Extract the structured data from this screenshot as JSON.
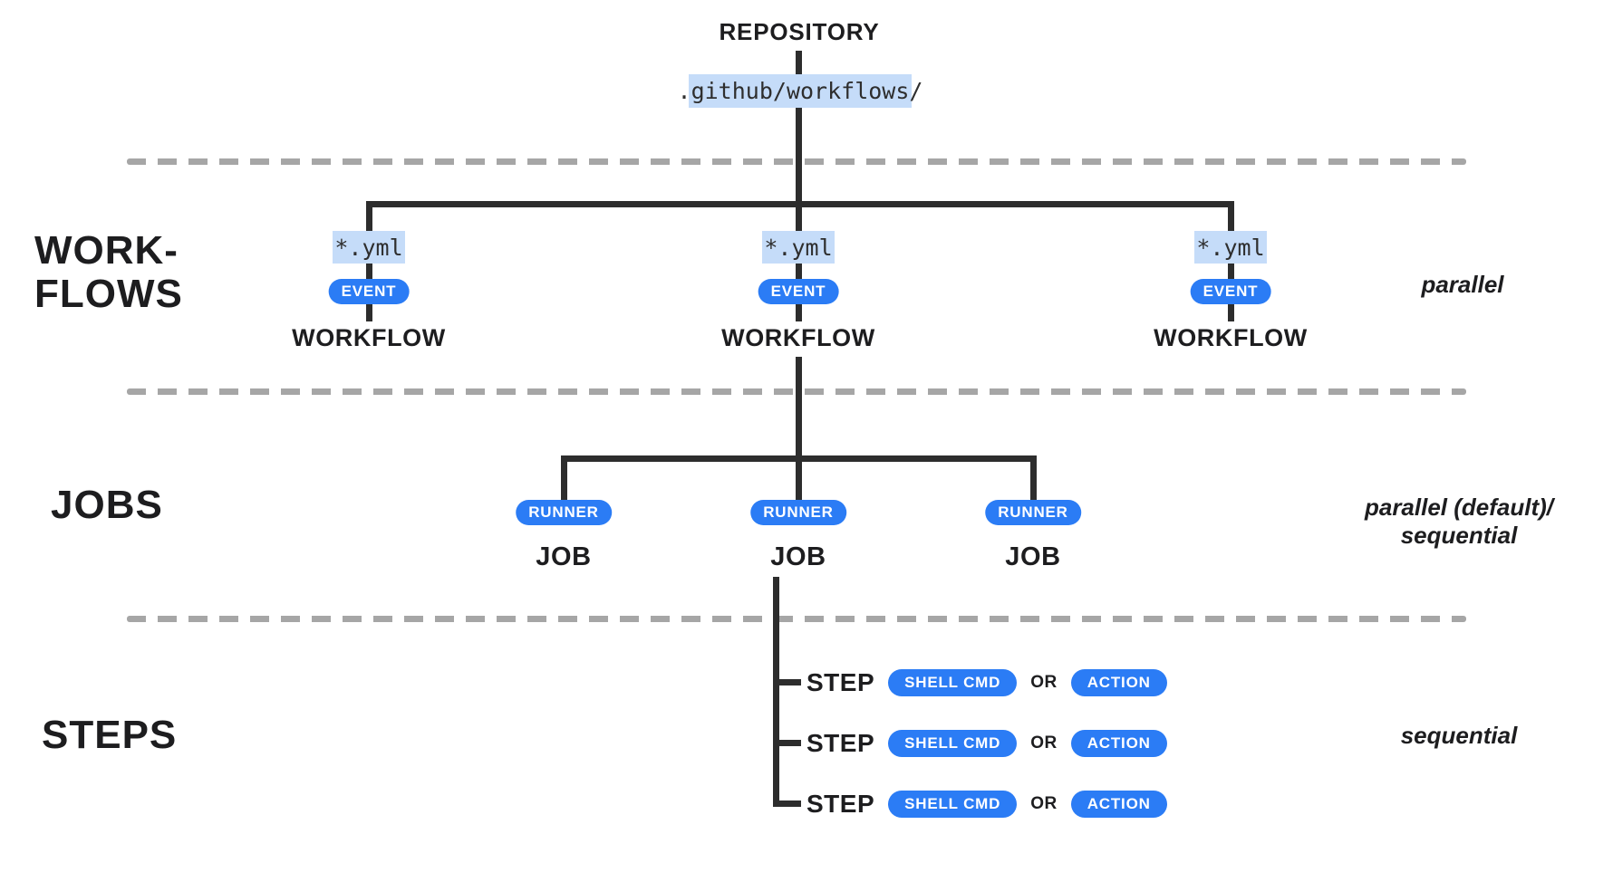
{
  "colors": {
    "pill_blue": "#2b7cf5",
    "badge_light_blue": "#c5dcf9",
    "line_dark": "#2d2d2d",
    "dashed_gray": "#a6a6a6",
    "text_dark": "#1d1d1f"
  },
  "root": {
    "title": "REPOSITORY",
    "path": ".github/workflows/"
  },
  "rows": {
    "workflows": {
      "label_line1": "WORK-",
      "label_line2": "FLOWS",
      "note": "parallel"
    },
    "jobs": {
      "label": "JOBS",
      "note_line1": "parallel (default)/",
      "note_line2": "sequential"
    },
    "steps": {
      "label": "STEPS",
      "note": "sequential"
    }
  },
  "workflow_branches": [
    {
      "file": "*.yml",
      "event_badge": "EVENT",
      "node": "WORKFLOW"
    },
    {
      "file": "*.yml",
      "event_badge": "EVENT",
      "node": "WORKFLOW"
    },
    {
      "file": "*.yml",
      "event_badge": "EVENT",
      "node": "WORKFLOW"
    }
  ],
  "job_nodes": [
    {
      "runner_badge": "RUNNER",
      "node": "JOB"
    },
    {
      "runner_badge": "RUNNER",
      "node": "JOB"
    },
    {
      "runner_badge": "RUNNER",
      "node": "JOB"
    }
  ],
  "step_items": [
    {
      "label": "STEP",
      "shell_badge": "SHELL CMD",
      "conjunction": "OR",
      "action_badge": "ACTION"
    },
    {
      "label": "STEP",
      "shell_badge": "SHELL CMD",
      "conjunction": "OR",
      "action_badge": "ACTION"
    },
    {
      "label": "STEP",
      "shell_badge": "SHELL CMD",
      "conjunction": "OR",
      "action_badge": "ACTION"
    }
  ]
}
